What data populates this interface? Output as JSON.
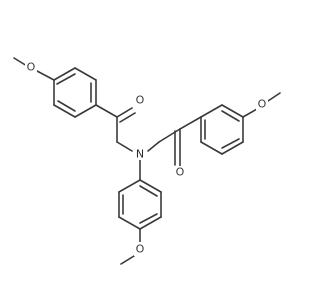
{
  "molecule": {
    "atoms": {
      "o_methoxy_top": "O",
      "o_ketone_left": "O",
      "n_amine": "N",
      "o_ketone_right": "O",
      "o_methoxy_right": "O",
      "o_methoxy_bottom": "O"
    }
  }
}
